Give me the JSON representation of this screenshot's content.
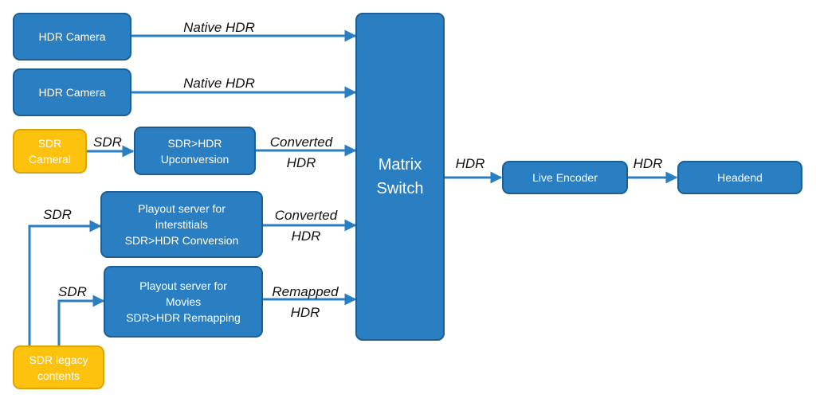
{
  "colors": {
    "box_fill": "#2a7ec2",
    "box_border": "#1d5e93",
    "source_fill": "#fcc20e",
    "arrow": "#2a7ec2",
    "text_on_box": "#ffffff",
    "label_text": "#111111"
  },
  "nodes": {
    "hdr_camera_1": "HDR Camera",
    "hdr_camera_2": "HDR Camera",
    "sdr_camera": "SDR\nCameral",
    "upconversion": "SDR>HDR\nUpconversion",
    "playout_interstitials": "Playout server for\ninterstitials\nSDR>HDR Conversion",
    "playout_movies": "Playout server for\nMovies\nSDR>HDR Remapping",
    "sdr_legacy": "SDR legacy\ncontents",
    "matrix_switch": "Matrix\nSwitch",
    "live_encoder": "Live Encoder",
    "headend": "Headend"
  },
  "edges": {
    "camera1_to_switch": "Native HDR",
    "camera2_to_switch": "Native HDR",
    "sdr_camera_to_upconversion": "SDR",
    "upconversion_to_switch": "Converted\nHDR",
    "legacy_to_interstitials": "SDR",
    "interstitials_to_switch": "Converted\nHDR",
    "legacy_to_movies": "SDR",
    "movies_to_switch": "Remapped\nHDR",
    "switch_to_encoder": "HDR",
    "encoder_to_headend": "HDR"
  }
}
